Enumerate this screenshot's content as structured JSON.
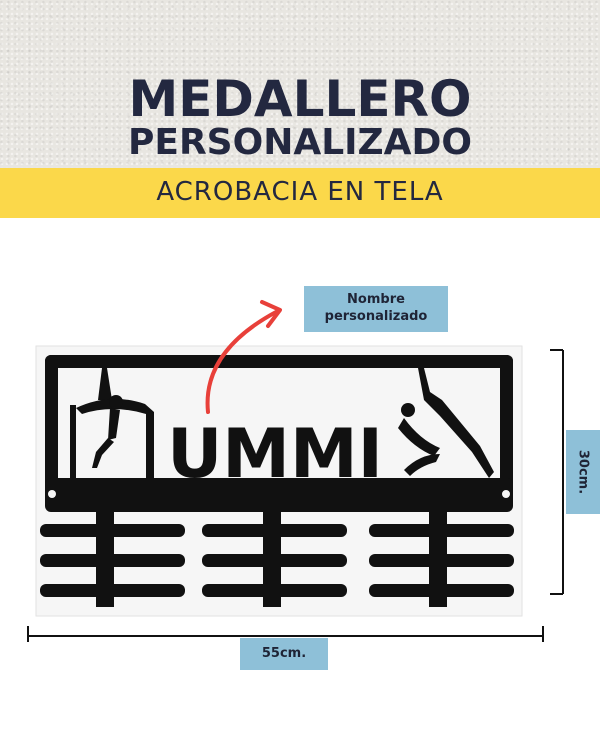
{
  "header": {
    "title_line1": "MEDALLERO",
    "title_line2": "PERSONALIZADO",
    "subtitle": "ACROBACIA EN TELA"
  },
  "product": {
    "custom_name": "UMMI",
    "name_callout_line1": "Nombre",
    "name_callout_line2": "personalizado",
    "width_label": "55cm.",
    "height_label": "30cm."
  },
  "colors": {
    "title": "#232840",
    "band": "#fbd84a",
    "label_bg": "#8ec0d8",
    "arrow": "#e8403a",
    "board": "#111111"
  }
}
